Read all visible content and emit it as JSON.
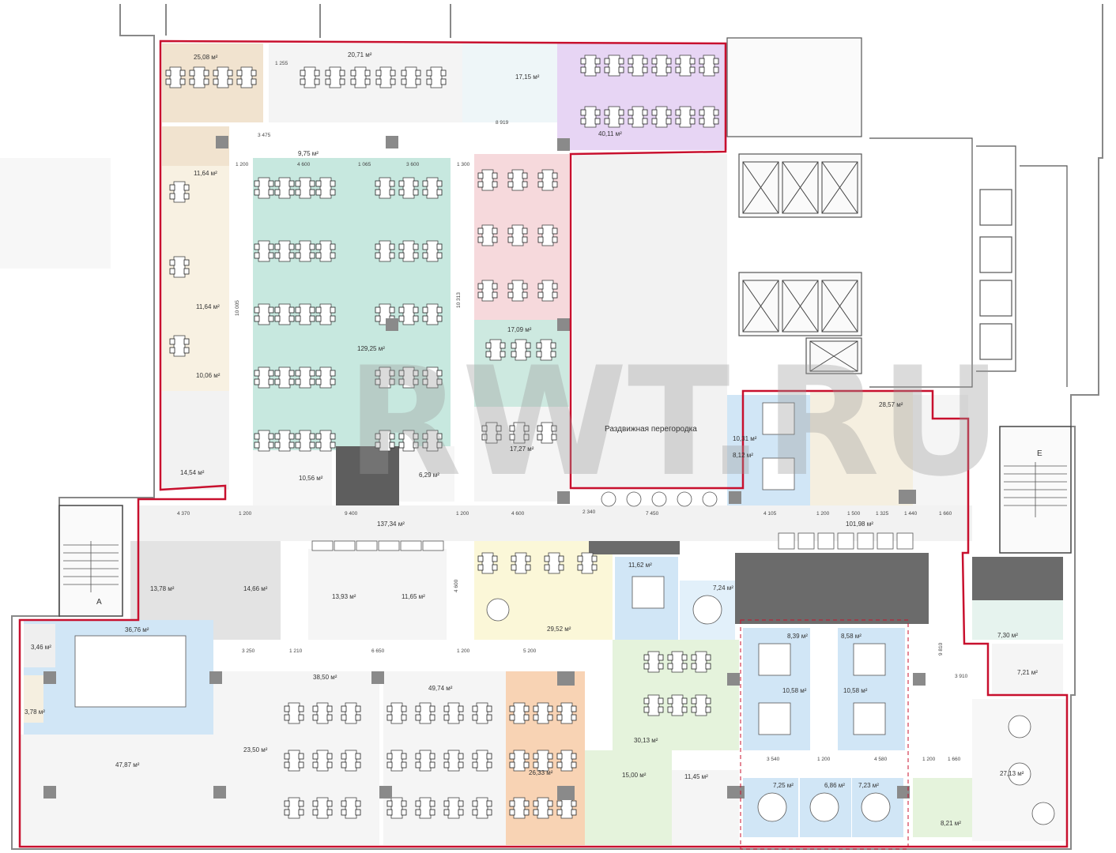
{
  "watermark": "RWT.RU",
  "colors": {
    "outline_red": "#c8102e",
    "teal": "#c7e8df",
    "pink": "#f6d9dc",
    "purple": "#e7d5f4",
    "tan": "#f1e3cf",
    "blue": "#d1e6f6",
    "yellow": "#fbf7d8",
    "lightgreen": "#e5f3dc",
    "orange": "#f8d3b4",
    "gray": "#e3e3e3",
    "cream": "#f8f1e2",
    "dark": "#6b6b6b"
  },
  "labels": {
    "partition": "Раздвижная перегородка",
    "stair_a": "A",
    "stair_e": "E"
  },
  "rooms": [
    {
      "id": "r1",
      "area": "25,08 м²"
    },
    {
      "id": "r2",
      "area": "20,71 м²"
    },
    {
      "id": "r3",
      "area": "17,15 м²"
    },
    {
      "id": "r4",
      "area": "40,11 м²"
    },
    {
      "id": "r5",
      "area": "9,75 м²"
    },
    {
      "id": "r6",
      "area": "11,64 м²"
    },
    {
      "id": "r7",
      "area": "11,64 м²"
    },
    {
      "id": "r8",
      "area": "10,06 м²"
    },
    {
      "id": "r9",
      "area": "129,25 м²"
    },
    {
      "id": "r10",
      "area": "17,09 м²"
    },
    {
      "id": "r11",
      "area": "17,27 м²"
    },
    {
      "id": "r12",
      "area": "14,54 м²"
    },
    {
      "id": "r13",
      "area": "10,56 м²"
    },
    {
      "id": "r14",
      "area": "6,29 м²"
    },
    {
      "id": "r15",
      "area": "10,31 м²"
    },
    {
      "id": "r16",
      "area": "8,12 м²"
    },
    {
      "id": "r17",
      "area": "28,57 м²"
    },
    {
      "id": "r18",
      "area": "137,34 м²"
    },
    {
      "id": "r19",
      "area": "101,98 м²"
    },
    {
      "id": "r20",
      "area": "13,78 м²"
    },
    {
      "id": "r21",
      "area": "14,66 м²"
    },
    {
      "id": "r22",
      "area": "13,93 м²"
    },
    {
      "id": "r23",
      "area": "11,65 м²"
    },
    {
      "id": "r24",
      "area": "29,52 м²"
    },
    {
      "id": "r25",
      "area": "11,62 м²"
    },
    {
      "id": "r26",
      "area": "7,24 м²"
    },
    {
      "id": "r27",
      "area": "36,76 м²"
    },
    {
      "id": "r28",
      "area": "3,46 м²"
    },
    {
      "id": "r29",
      "area": "3,78 м²"
    },
    {
      "id": "r30",
      "area": "47,87 м²"
    },
    {
      "id": "r31",
      "area": "38,50 м²"
    },
    {
      "id": "r32",
      "area": "49,74 м²"
    },
    {
      "id": "r33",
      "area": "23,50 м²"
    },
    {
      "id": "r34",
      "area": "26,33 м²"
    },
    {
      "id": "r35",
      "area": "30,13 м²"
    },
    {
      "id": "r36",
      "area": "8,39 м²"
    },
    {
      "id": "r37",
      "area": "8,58 м²"
    },
    {
      "id": "r38",
      "area": "10,58 м²"
    },
    {
      "id": "r39",
      "area": "10,58 м²"
    },
    {
      "id": "r40",
      "area": "15,00 м²"
    },
    {
      "id": "r41",
      "area": "11,45 м²"
    },
    {
      "id": "r42",
      "area": "7,25 м²"
    },
    {
      "id": "r43",
      "area": "6,86 м²"
    },
    {
      "id": "r44",
      "area": "7,23 м²"
    },
    {
      "id": "r45",
      "area": "8,21 м²"
    },
    {
      "id": "r46",
      "area": "27,13 м²"
    },
    {
      "id": "r47",
      "area": "7,30 м²"
    },
    {
      "id": "r48",
      "area": "7,21 м²"
    }
  ],
  "dimensions": [
    {
      "id": "d1",
      "text": "1 200"
    },
    {
      "id": "d2",
      "text": "4 600"
    },
    {
      "id": "d3",
      "text": "1 065"
    },
    {
      "id": "d4",
      "text": "3 600"
    },
    {
      "id": "d5",
      "text": "1 300"
    },
    {
      "id": "d6",
      "text": "4 370"
    },
    {
      "id": "d7",
      "text": "1 200"
    },
    {
      "id": "d8",
      "text": "9 400"
    },
    {
      "id": "d9",
      "text": "1 200"
    },
    {
      "id": "d10",
      "text": "4 600"
    },
    {
      "id": "d11",
      "text": "2 340"
    },
    {
      "id": "d12",
      "text": "7 450"
    },
    {
      "id": "d13",
      "text": "4 105"
    },
    {
      "id": "d14",
      "text": "1 200"
    },
    {
      "id": "d15",
      "text": "1 500"
    },
    {
      "id": "d16",
      "text": "1 325"
    },
    {
      "id": "d17",
      "text": "1 440"
    },
    {
      "id": "d18",
      "text": "1 660"
    },
    {
      "id": "d19",
      "text": "3 250"
    },
    {
      "id": "d20",
      "text": "1 210"
    },
    {
      "id": "d21",
      "text": "6 650"
    },
    {
      "id": "d22",
      "text": "1 200"
    },
    {
      "id": "d23",
      "text": "5 200"
    },
    {
      "id": "d24",
      "text": "3 540"
    },
    {
      "id": "d25",
      "text": "1 200"
    },
    {
      "id": "d26",
      "text": "4 580"
    },
    {
      "id": "d27",
      "text": "1 200"
    },
    {
      "id": "d28",
      "text": "1 660"
    },
    {
      "id": "d29",
      "text": "8 919"
    },
    {
      "id": "d30",
      "text": "1 255"
    },
    {
      "id": "d31",
      "text": "3 475"
    },
    {
      "id": "d32",
      "text": "10 005"
    },
    {
      "id": "d33",
      "text": "10 313"
    },
    {
      "id": "d34",
      "text": "4 600"
    },
    {
      "id": "d35",
      "text": "9 810"
    },
    {
      "id": "d36",
      "text": "3 910"
    }
  ]
}
